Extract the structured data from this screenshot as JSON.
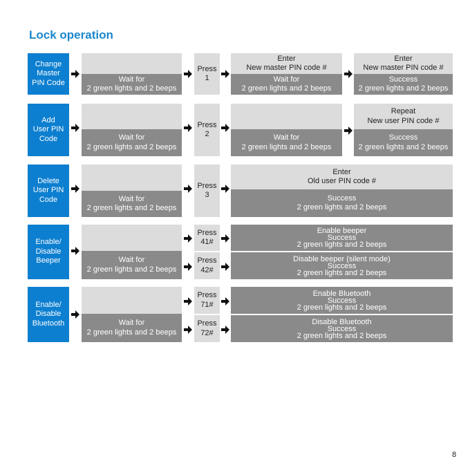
{
  "title": "Lock operation",
  "page_number": "8",
  "rows": {
    "change_master": {
      "label": "Change\nMaster\nPIN Code",
      "wait": "Wait for\n2 green lights and 2 beeps",
      "press": "Press\n1",
      "step3_top": "Enter\nNew master PIN code #",
      "step3_bottom": "Wait for\n2 green lights and 2 beeps",
      "step4_top": "Enter\nNew master PIN code #",
      "step4_bottom": "Success\n2 green lights and 2 beeps"
    },
    "add_user": {
      "label": "Add\nUser PIN\nCode",
      "wait": "Wait for\n2 green lights and 2 beeps",
      "press": "Press\n2",
      "step3_bottom": "Wait for\n2 green lights and 2 beeps",
      "step4_top": "Repeat\nNew user PIN code #",
      "step4_bottom": "Success\n2 green lights and 2 beeps"
    },
    "delete_user": {
      "label": "Delete\nUser PIN\nCode",
      "wait": "Wait for\n2 green lights and 2 beeps",
      "press": "Press\n3",
      "step3_top": "Enter\nOld user PIN code #",
      "step3_bottom": "Success\n2 green lights and 2 beeps"
    },
    "beeper": {
      "label": "Enable/\nDisable\nBeeper",
      "wait": "Wait for\n2 green lights and 2 beeps",
      "press_a": "Press\n41#",
      "press_b": "Press\n42#",
      "result_a": "Enable beeper\nSuccess\n2 green lights and 2 beeps",
      "result_b": "Disable beeper (silent mode)\nSuccess\n2 green lights and 2 beeps"
    },
    "bluetooth": {
      "label": "Enable/\nDisable\nBluetooth",
      "wait": "Wait for\n2 green lights and 2 beeps",
      "press_a": "Press\n71#",
      "press_b": "Press\n72#",
      "result_a": "Enable Bluetooth\nSuccess\n2 green lights and 2 beeps",
      "result_b": "Disable Bluetooth\nSuccess\n2 green lights and 2 beeps"
    }
  },
  "colors": {
    "accent": "#0d7fd0",
    "title": "#1a87cc",
    "light": "#dcdcdc",
    "dark": "#8a8a8a"
  },
  "icons": {
    "arrow": "arrow-right-icon"
  }
}
